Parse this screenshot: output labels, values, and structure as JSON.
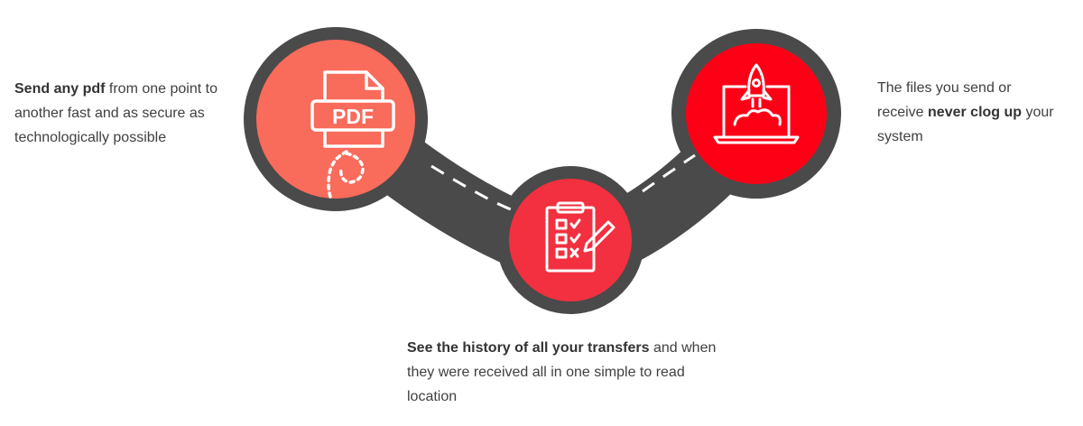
{
  "features": [
    {
      "id": "send",
      "bold": "Send any pdf",
      "text": " from one point to another fast and as secure as technologically possible",
      "icon": "pdf-file-icon",
      "badge": "PDF",
      "color": "#f96b5b"
    },
    {
      "id": "history",
      "bold": "See the history of all your transfers",
      "text": " and when they were received all in one simple to read location",
      "icon": "checklist-clipboard-icon",
      "color": "#f2303f"
    },
    {
      "id": "storage",
      "pre": "The files you send or receive ",
      "bold": "never clog up",
      "post": " your system",
      "icon": "rocket-laptop-icon",
      "color": "#fe0016"
    }
  ],
  "colors": {
    "road": "#4a4a4a",
    "dash": "#ffffff",
    "text": "#404040"
  }
}
